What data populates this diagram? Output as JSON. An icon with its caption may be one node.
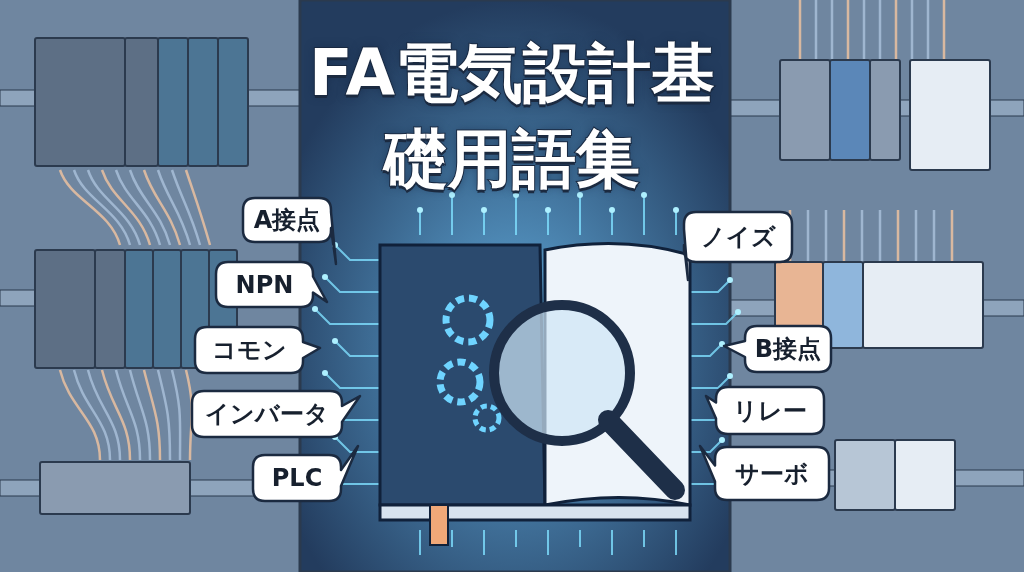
{
  "diagram": {
    "title": "FA電気設計基礎用語集",
    "nodes": [
      {
        "text": [
          "A接点"
        ]
      },
      {
        "text": [
          "NPN"
        ]
      },
      {
        "text": [
          "コモン"
        ]
      },
      {
        "text": [
          "インバータ"
        ]
      },
      {
        "text": [
          "PLC"
        ]
      },
      {
        "text": [
          "ノイズ"
        ]
      },
      {
        "text": [
          "B接点"
        ]
      },
      {
        "text": [
          "リレー"
        ]
      },
      {
        "text": [
          "サーボ"
        ]
      }
    ]
  }
}
